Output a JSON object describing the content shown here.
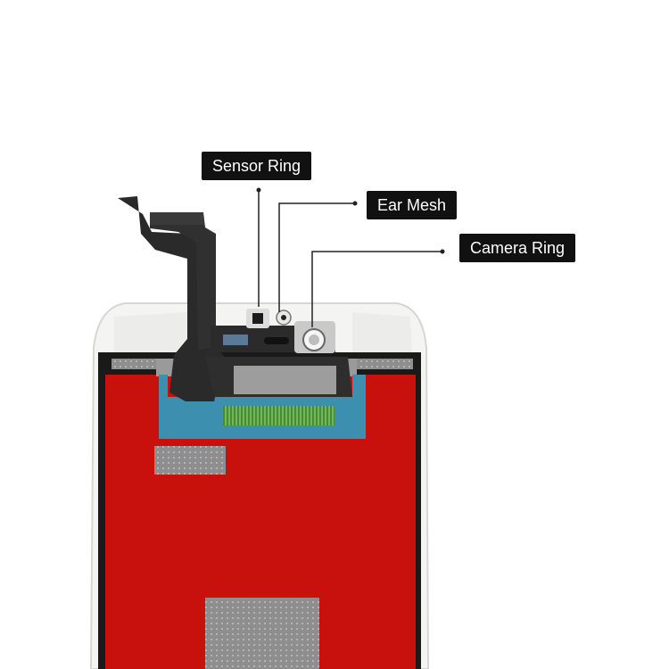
{
  "callouts": {
    "sensor_ring": "Sensor Ring",
    "ear_mesh": "Ear Mesh",
    "camera_ring": "Camera Ring"
  },
  "colors": {
    "background": "#ffffff",
    "frame": "#f4f4f2",
    "screen_red": "#c8110c",
    "flex_cable": "#2a2a2a",
    "label_bg": "#111111",
    "label_text": "#ffffff",
    "blue_tape": "#3d8fb0"
  }
}
